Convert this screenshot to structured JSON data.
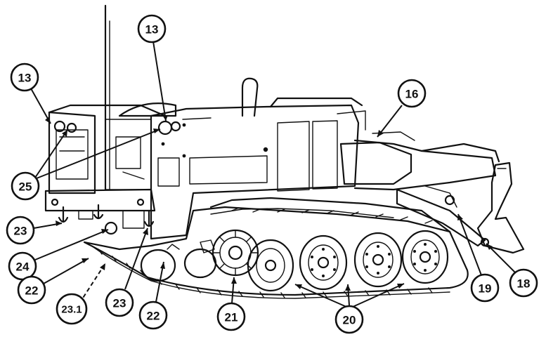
{
  "callouts": [
    {
      "id": "c13a",
      "label": "13"
    },
    {
      "id": "c13b",
      "label": "13"
    },
    {
      "id": "c16",
      "label": "16"
    },
    {
      "id": "c25",
      "label": "25"
    },
    {
      "id": "c23a",
      "label": "23"
    },
    {
      "id": "c24",
      "label": "24"
    },
    {
      "id": "c22a",
      "label": "22"
    },
    {
      "id": "c231",
      "label": "23.1"
    },
    {
      "id": "c23b",
      "label": "23"
    },
    {
      "id": "c22b",
      "label": "22"
    },
    {
      "id": "c21",
      "label": "21"
    },
    {
      "id": "c20",
      "label": "20"
    },
    {
      "id": "c19",
      "label": "19"
    },
    {
      "id": "c18",
      "label": "18"
    }
  ]
}
